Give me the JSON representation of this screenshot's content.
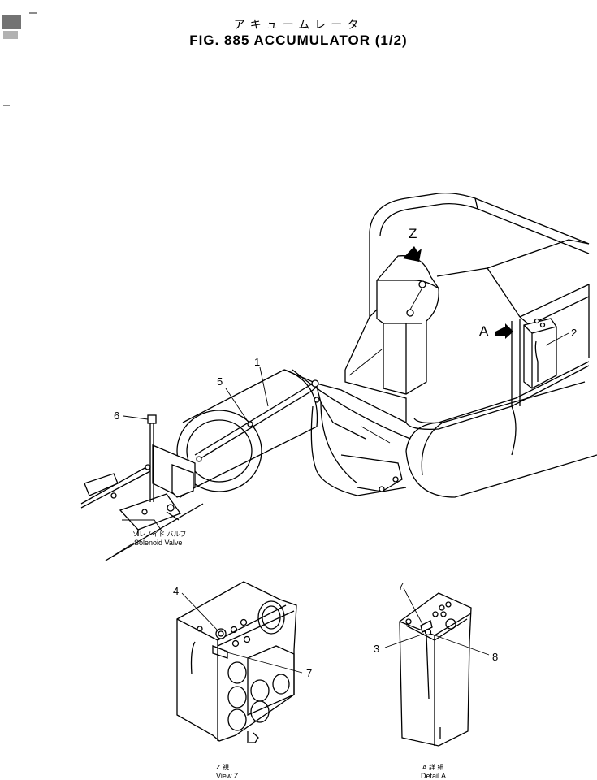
{
  "figure": {
    "title_jp": "アキュームレータ",
    "title_en": "FIG. 885  ACCUMULATOR (1/2)"
  },
  "view_labels": {
    "z": "Z",
    "a": "A"
  },
  "callouts": {
    "c1": "1",
    "c2": "2",
    "c3": "3",
    "c4": "4",
    "c5": "5",
    "c6": "6",
    "c7a": "7",
    "c7b": "7",
    "c8": "8"
  },
  "captions": {
    "solenoid_jp": "ソレノイド バルブ",
    "solenoid_en": "Solenoid Valve",
    "view_z_jp": "Z  視",
    "view_z_en": "View Z",
    "detail_a_jp": "A  詳 細",
    "detail_a_en": "Detail A"
  }
}
